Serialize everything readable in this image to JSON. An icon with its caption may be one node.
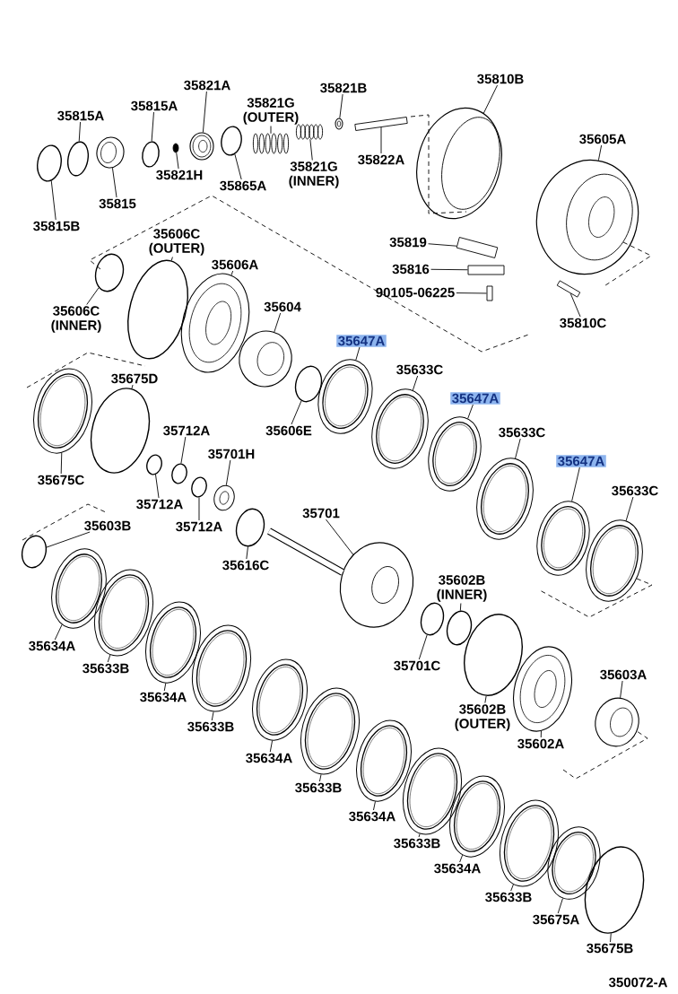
{
  "diagram": {
    "nodes": [
      {
        "text": [
          "35815A"
        ]
      },
      {
        "text": [],
        "shape": "ring"
      },
      {
        "text": [
          "35815B"
        ]
      },
      {
        "text": [],
        "shape": "ring"
      },
      {
        "text": [
          "35815A"
        ]
      },
      {
        "text": [],
        "shape": "ring"
      },
      {
        "text": [
          "35815"
        ]
      },
      {
        "text": [],
        "shape": "cup"
      },
      {
        "text": [
          "35821A"
        ]
      },
      {
        "text": [],
        "shape": "piston"
      },
      {
        "text": [
          "35821H"
        ]
      },
      {
        "text": [],
        "shape": "ball"
      },
      {
        "text": [
          "35865A"
        ]
      },
      {
        "text": [],
        "shape": "ring"
      },
      {
        "text": [
          "35821G (OUTER)"
        ]
      },
      {
        "text": [],
        "shape": "spring"
      },
      {
        "text": [
          "35821G (INNER)"
        ]
      },
      {
        "text": [],
        "shape": "spring"
      },
      {
        "text": [
          "35821B"
        ]
      },
      {
        "text": [],
        "shape": "washer"
      },
      {
        "text": [
          "35822A"
        ]
      },
      {
        "text": [],
        "shape": "pin"
      },
      {
        "text": [
          "35810B"
        ]
      },
      {
        "text": [],
        "shape": "band"
      },
      {
        "text": [
          "35605A"
        ]
      },
      {
        "text": [],
        "shape": "drum"
      },
      {
        "text": [
          "35819"
        ]
      },
      {
        "text": [],
        "shape": "clip"
      },
      {
        "text": [
          "35816"
        ]
      },
      {
        "text": [],
        "shape": "clip"
      },
      {
        "text": [
          "90105-06225"
        ]
      },
      {
        "text": [],
        "shape": "bolt"
      },
      {
        "text": [
          "35810C"
        ]
      },
      {
        "text": [],
        "shape": "pin"
      },
      {
        "text": [
          "35606C (INNER)"
        ]
      },
      {
        "text": [],
        "shape": "ring"
      },
      {
        "text": [
          "35606C (OUTER)"
        ]
      },
      {
        "text": [],
        "shape": "ring"
      },
      {
        "text": [
          "35606A"
        ]
      },
      {
        "text": [],
        "shape": "piston"
      },
      {
        "text": [
          "35604"
        ]
      },
      {
        "text": [],
        "shape": "hub"
      },
      {
        "text": [
          "35647A"
        ]
      },
      {
        "text": [],
        "shape": "plate"
      },
      {
        "text": [
          "35606E"
        ]
      },
      {
        "text": [],
        "shape": "ring"
      },
      {
        "text": [
          "35633C"
        ]
      },
      {
        "text": [],
        "shape": "plate"
      },
      {
        "text": [
          "35647A"
        ]
      },
      {
        "text": [],
        "shape": "plate"
      },
      {
        "text": [
          "35633C"
        ]
      },
      {
        "text": [],
        "shape": "plate"
      },
      {
        "text": [
          "35647A"
        ]
      },
      {
        "text": [],
        "shape": "plate"
      },
      {
        "text": [
          "35633C"
        ]
      },
      {
        "text": [],
        "shape": "plate"
      },
      {
        "text": [
          "35675D"
        ]
      },
      {
        "text": [],
        "shape": "ring"
      },
      {
        "text": [
          "35675C"
        ]
      },
      {
        "text": [],
        "shape": "plate"
      },
      {
        "text": [
          "35712A"
        ]
      },
      {
        "text": [],
        "shape": "ring"
      },
      {
        "text": [
          "35712A"
        ]
      },
      {
        "text": [],
        "shape": "ring"
      },
      {
        "text": [
          "35712A"
        ]
      },
      {
        "text": [],
        "shape": "ring"
      },
      {
        "text": [
          "35701H"
        ]
      },
      {
        "text": [],
        "shape": "washer"
      },
      {
        "text": [
          "35616C"
        ]
      },
      {
        "text": [],
        "shape": "ring"
      },
      {
        "text": [
          "35701"
        ]
      },
      {
        "text": [],
        "shape": "shaft"
      },
      {
        "text": [
          "35603B"
        ]
      },
      {
        "text": [],
        "shape": "ring"
      },
      {
        "text": [
          "35634A"
        ]
      },
      {
        "text": [],
        "shape": "plate"
      },
      {
        "text": [
          "35633B"
        ]
      },
      {
        "text": [],
        "shape": "plate"
      },
      {
        "text": [
          "35634A"
        ]
      },
      {
        "text": [],
        "shape": "plate"
      },
      {
        "text": [
          "35633B"
        ]
      },
      {
        "text": [],
        "shape": "plate"
      },
      {
        "text": [
          "35634A"
        ]
      },
      {
        "text": [],
        "shape": "plate"
      },
      {
        "text": [
          "35633B"
        ]
      },
      {
        "text": [],
        "shape": "plate"
      },
      {
        "text": [
          "35634A"
        ]
      },
      {
        "text": [],
        "shape": "plate"
      },
      {
        "text": [
          "35633B"
        ]
      },
      {
        "text": [],
        "shape": "plate"
      },
      {
        "text": [
          "35634A"
        ]
      },
      {
        "text": [],
        "shape": "plate"
      },
      {
        "text": [
          "35633B"
        ]
      },
      {
        "text": [],
        "shape": "plate"
      },
      {
        "text": [
          "35675A"
        ]
      },
      {
        "text": [],
        "shape": "plate"
      },
      {
        "text": [
          "35675B"
        ]
      },
      {
        "text": [],
        "shape": "ring"
      },
      {
        "text": [
          "35602B (INNER)"
        ]
      },
      {
        "text": [],
        "shape": "ring"
      },
      {
        "text": [
          "35701C"
        ]
      },
      {
        "text": [],
        "shape": "ring"
      },
      {
        "text": [
          "35602B (OUTER)"
        ]
      },
      {
        "text": [],
        "shape": "ring"
      },
      {
        "text": [
          "35602A"
        ]
      },
      {
        "text": [],
        "shape": "piston"
      },
      {
        "text": [
          "35603A"
        ]
      },
      {
        "text": [],
        "shape": "hub"
      }
    ],
    "edges": [
      {
        "from": 0,
        "to": 1,
        "arrow": "none"
      },
      {
        "from": 2,
        "to": 3,
        "arrow": "none"
      },
      {
        "from": 4,
        "to": 5,
        "arrow": "none"
      },
      {
        "from": 6,
        "to": 7,
        "arrow": "none"
      },
      {
        "from": 8,
        "to": 9,
        "arrow": "none"
      },
      {
        "from": 10,
        "to": 11,
        "arrow": "none"
      },
      {
        "from": 12,
        "to": 13,
        "arrow": "none"
      },
      {
        "from": 14,
        "to": 15,
        "arrow": "none"
      },
      {
        "from": 16,
        "to": 17,
        "arrow": "none"
      },
      {
        "from": 18,
        "to": 19,
        "arrow": "none"
      },
      {
        "from": 20,
        "to": 21,
        "arrow": "none"
      },
      {
        "from": 22,
        "to": 23,
        "arrow": "none"
      },
      {
        "from": 24,
        "to": 25,
        "arrow": "none"
      },
      {
        "from": 26,
        "to": 27,
        "arrow": "none"
      },
      {
        "from": 28,
        "to": 29,
        "arrow": "none"
      },
      {
        "from": 30,
        "to": 31,
        "arrow": "none"
      },
      {
        "from": 32,
        "to": 33,
        "arrow": "none"
      },
      {
        "from": 34,
        "to": 35,
        "arrow": "none"
      },
      {
        "from": 36,
        "to": 37,
        "arrow": "none"
      },
      {
        "from": 38,
        "to": 39,
        "arrow": "none"
      },
      {
        "from": 40,
        "to": 41,
        "arrow": "none"
      },
      {
        "from": 42,
        "to": 43,
        "arrow": "none"
      },
      {
        "from": 44,
        "to": 45,
        "arrow": "none"
      },
      {
        "from": 46,
        "to": 47,
        "arrow": "none"
      },
      {
        "from": 48,
        "to": 49,
        "arrow": "none"
      },
      {
        "from": 50,
        "to": 51,
        "arrow": "none"
      },
      {
        "from": 52,
        "to": 53,
        "arrow": "none"
      },
      {
        "from": 54,
        "to": 55,
        "arrow": "none"
      },
      {
        "from": 56,
        "to": 57,
        "arrow": "none"
      },
      {
        "from": 58,
        "to": 59,
        "arrow": "none"
      },
      {
        "from": 60,
        "to": 61,
        "arrow": "none"
      },
      {
        "from": 62,
        "to": 63,
        "arrow": "none"
      },
      {
        "from": 64,
        "to": 65,
        "arrow": "none"
      },
      {
        "from": 66,
        "to": 67,
        "arrow": "none"
      },
      {
        "from": 68,
        "to": 69,
        "arrow": "none"
      },
      {
        "from": 70,
        "to": 71,
        "arrow": "none"
      },
      {
        "from": 72,
        "to": 73,
        "arrow": "none"
      },
      {
        "from": 74,
        "to": 75,
        "arrow": "none"
      },
      {
        "from": 76,
        "to": 77,
        "arrow": "none"
      },
      {
        "from": 78,
        "to": 79,
        "arrow": "none"
      },
      {
        "from": 80,
        "to": 81,
        "arrow": "none"
      },
      {
        "from": 82,
        "to": 83,
        "arrow": "none"
      },
      {
        "from": 84,
        "to": 85,
        "arrow": "none"
      },
      {
        "from": 86,
        "to": 87,
        "arrow": "none"
      },
      {
        "from": 88,
        "to": 89,
        "arrow": "none"
      },
      {
        "from": 90,
        "to": 91,
        "arrow": "none"
      },
      {
        "from": 92,
        "to": 93,
        "arrow": "none"
      },
      {
        "from": 94,
        "to": 95,
        "arrow": "none"
      },
      {
        "from": 96,
        "to": 97,
        "arrow": "none"
      },
      {
        "from": 98,
        "to": 99,
        "arrow": "none"
      },
      {
        "from": 100,
        "to": 101,
        "arrow": "none"
      },
      {
        "from": 102,
        "to": 103,
        "arrow": "none"
      },
      {
        "from": 104,
        "to": 105,
        "arrow": "none"
      },
      {
        "from": 106,
        "to": 107,
        "arrow": "none"
      }
    ],
    "labels": [
      "350072-A"
    ]
  }
}
